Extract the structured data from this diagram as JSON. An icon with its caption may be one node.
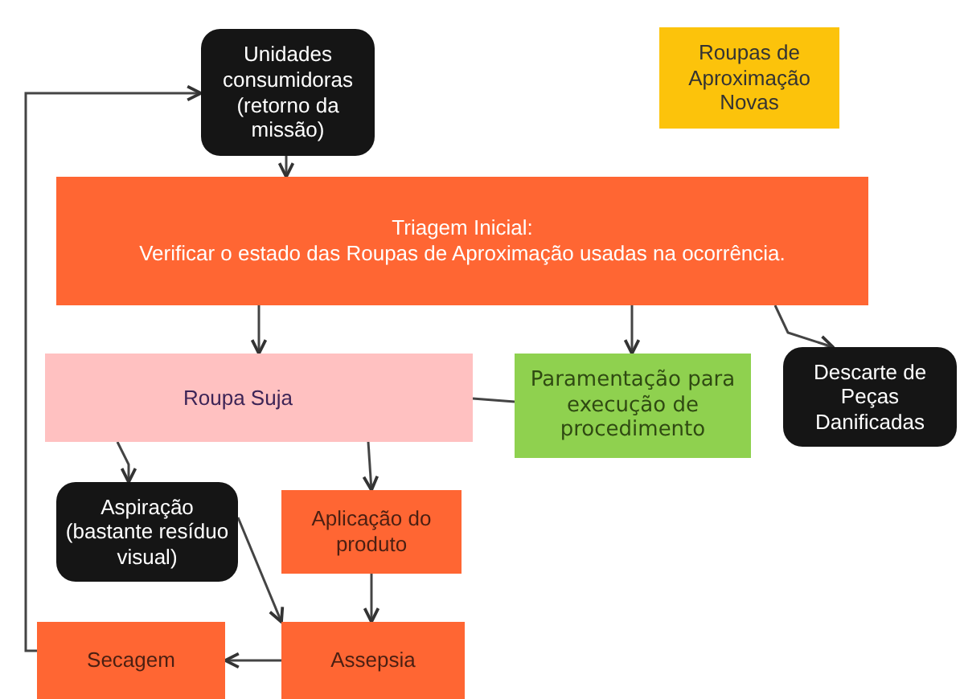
{
  "diagram": {
    "nodes": [
      {
        "text": [
          "Unidades consumidoras (retorno da missão)"
        ]
      },
      {
        "text": [
          "Roupas de Aproximação Novas"
        ]
      },
      {
        "text": [
          "Triagem Inicial:",
          "Verificar o estado das Roupas de Aproximação usadas na ocorrência."
        ]
      },
      {
        "text": [
          "Roupa Suja"
        ]
      },
      {
        "text": [
          "Paramentação para execução de procedimento"
        ]
      },
      {
        "text": [
          "Descarte de Peças Danificadas"
        ]
      },
      {
        "text": [
          "Aspiração (bastante resíduo visual)"
        ]
      },
      {
        "text": [
          "Aplicação do produto"
        ]
      },
      {
        "text": [
          "Secagem"
        ]
      },
      {
        "text": [
          "Assepsia"
        ]
      }
    ],
    "edges": [
      {
        "from": 0,
        "to": 2,
        "arrow": "to"
      },
      {
        "from": 2,
        "to": 3,
        "arrow": "to"
      },
      {
        "from": 2,
        "to": 4,
        "arrow": "to"
      },
      {
        "from": 2,
        "to": 5,
        "arrow": "to"
      },
      {
        "from": 3,
        "to": 4,
        "arrow": "none"
      },
      {
        "from": 3,
        "to": 6,
        "arrow": "to"
      },
      {
        "from": 3,
        "to": 7,
        "arrow": "to"
      },
      {
        "from": 6,
        "to": 9,
        "arrow": "to"
      },
      {
        "from": 7,
        "to": 9,
        "arrow": "to"
      },
      {
        "from": 9,
        "to": 8,
        "arrow": "to"
      },
      {
        "from": 8,
        "to": 0,
        "arrow": "to"
      }
    ]
  }
}
